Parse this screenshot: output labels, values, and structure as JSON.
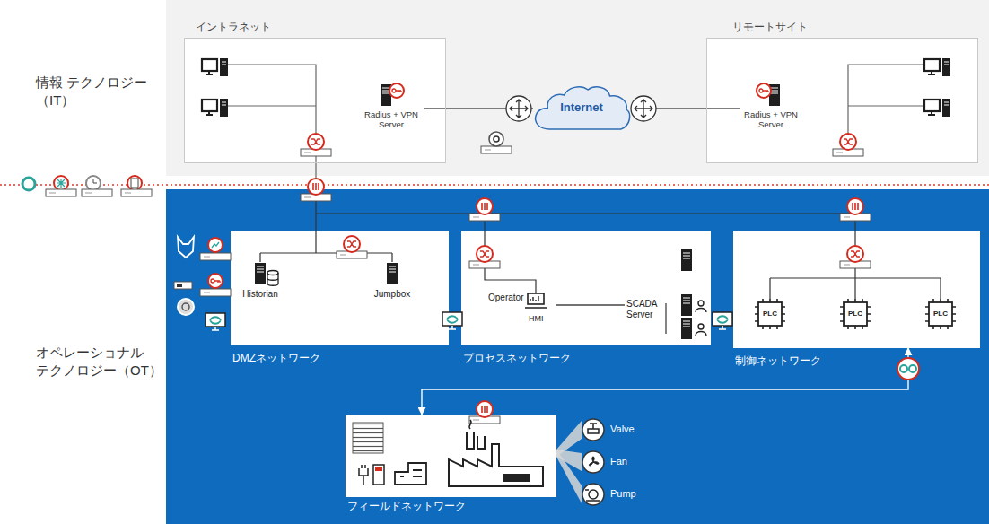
{
  "diagram": {
    "nodes": [
      {
        "text": [
          "イントラネット"
        ]
      },
      {
        "text": [
          "Radius + VPN Server"
        ],
        "in": 0
      },
      {
        "text": [
          "Internet"
        ]
      },
      {
        "text": [
          "リモートサイト"
        ]
      },
      {
        "text": [
          "Radius + VPN Server"
        ],
        "in": 3
      },
      {
        "text": [
          "DMZネットワーク"
        ]
      },
      {
        "text": [
          "Historian"
        ],
        "in": 5
      },
      {
        "text": [
          "Jumpbox"
        ],
        "in": 5
      },
      {
        "text": [
          "プロセスネットワーク"
        ]
      },
      {
        "text": [
          "Operator",
          "HMI"
        ],
        "in": 8
      },
      {
        "text": [
          "SCADA Server"
        ],
        "in": 8
      },
      {
        "text": [
          "制御ネットワーク"
        ]
      },
      {
        "text": [
          "PLC"
        ],
        "in": 11
      },
      {
        "text": [
          "PLC"
        ],
        "in": 11
      },
      {
        "text": [
          "PLC"
        ],
        "in": 11
      },
      {
        "text": [
          "フィールドネットワーク"
        ]
      },
      {
        "text": [
          "Valve"
        ]
      },
      {
        "text": [
          "Fan"
        ]
      },
      {
        "text": [
          "Pump"
        ]
      }
    ],
    "edges": [
      {
        "from": 1,
        "to": 2,
        "arrow": "none"
      },
      {
        "from": 2,
        "to": 4,
        "arrow": "none"
      },
      {
        "from": 9,
        "to": 10,
        "arrow": "none"
      },
      {
        "from": 11,
        "to": 15,
        "arrow": "both"
      },
      {
        "from": 15,
        "to": 16,
        "arrow": "none"
      },
      {
        "from": 15,
        "to": 17,
        "arrow": "none"
      },
      {
        "from": 15,
        "to": 18,
        "arrow": "none"
      }
    ],
    "labels": [
      "情報 テクノロジー（IT）",
      "オペレーショナル テクノロジー（OT）"
    ]
  }
}
